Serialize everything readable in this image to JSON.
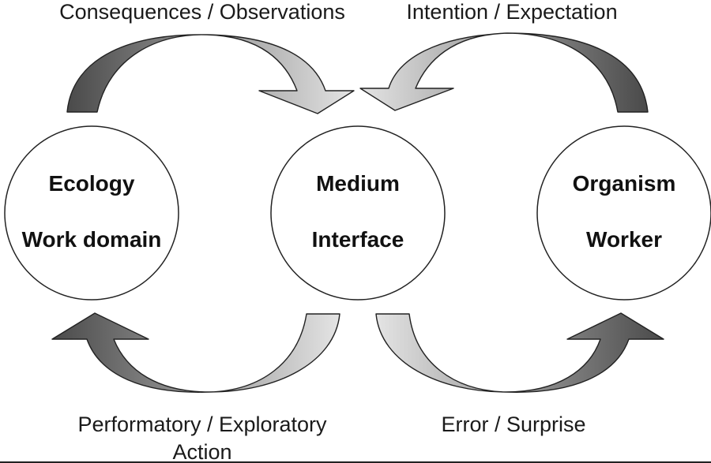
{
  "nodes": {
    "ecology": {
      "line1": "Ecology",
      "line2": "Work domain"
    },
    "medium": {
      "line1": "Medium",
      "line2": "Interface"
    },
    "organism": {
      "line1": "Organism",
      "line2": "Worker"
    }
  },
  "labels": {
    "top_left": "Consequences / Observations",
    "top_right": "Intention / Expectation",
    "bottom_left_line1": "Performatory / Exploratory",
    "bottom_left_line2": "Action",
    "bottom_right": "Error / Surprise"
  },
  "colors": {
    "arrow_dark": "#4a4a4a",
    "arrow_light": "#e6e6e6",
    "circle_stroke": "#222222",
    "text": "#111111"
  }
}
